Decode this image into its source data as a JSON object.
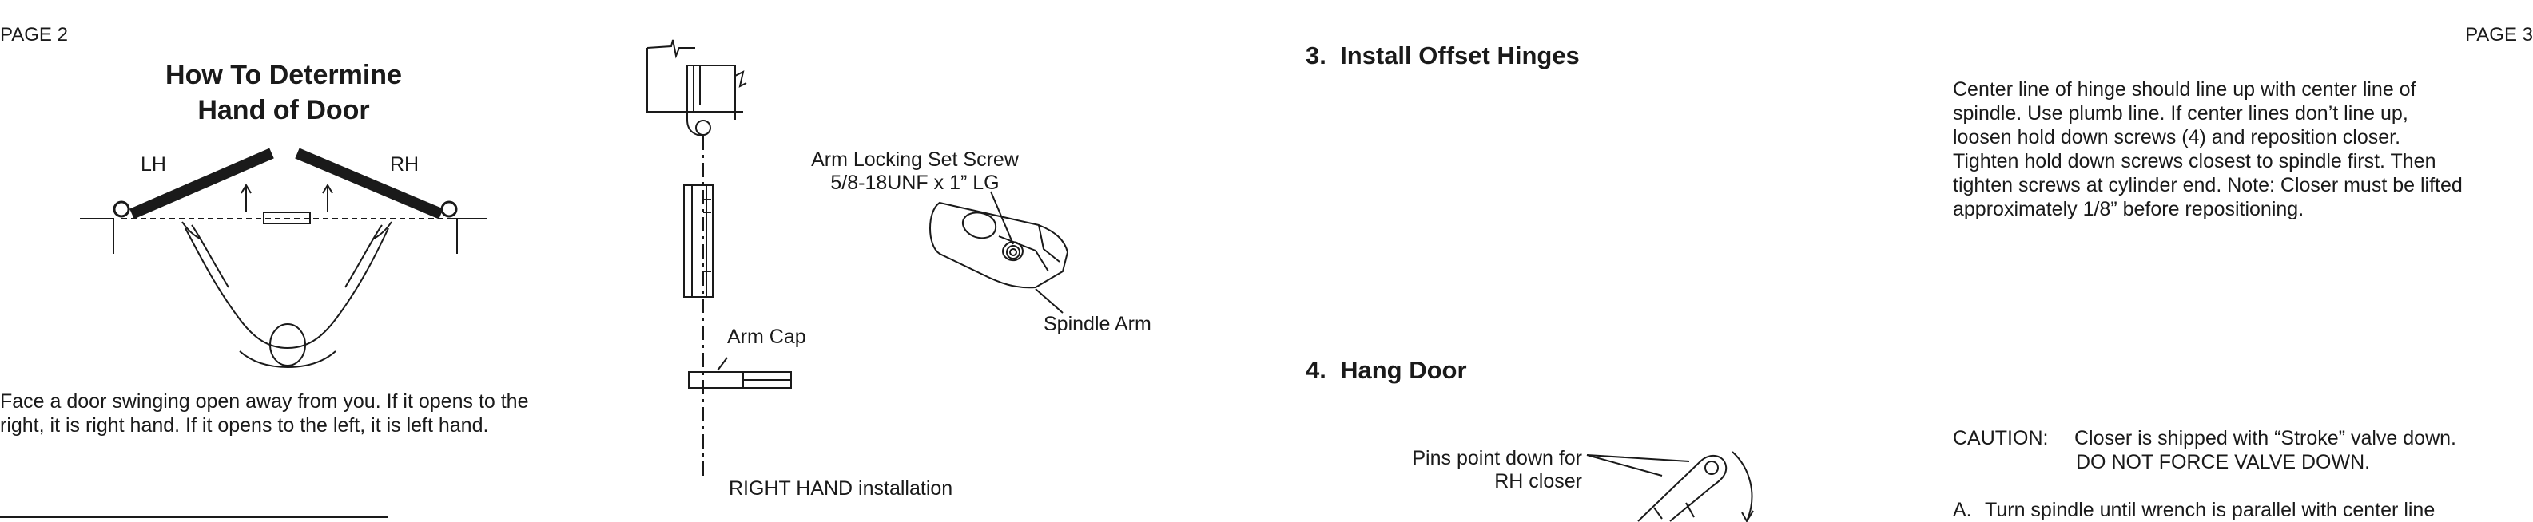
{
  "left_page": {
    "page_number": "PAGE 2",
    "title_line1": "How To Determine",
    "title_line2": "Hand of Door",
    "lh_label": "LH",
    "rh_label": "RH",
    "description_line1": "Face a door swinging open away from you. If it opens to the",
    "description_line2": "right, it is right hand. If it opens to the left, it is left hand.",
    "arm_locking_line1": "Arm Locking Set Screw",
    "arm_locking_line2": "5/8-18UNF x 1” LG",
    "spindle_arm_label": "Spindle Arm",
    "arm_cap_label": "Arm Cap",
    "installation_caption": "RIGHT HAND installation"
  },
  "right_page": {
    "page_number": "PAGE 3",
    "step3_title": "3.  Install Offset Hinges",
    "step3_lines": [
      "Center line of hinge should line up with center line of",
      "spindle. Use plumb line. If center lines don’t line up,",
      "loosen hold down screws (4) and reposition closer.",
      "Tighten hold down screws closest to spindle first. Then",
      "tighten screws at cylinder end. Note: Closer must be lifted",
      "approximately 1/8” before repositioning."
    ],
    "step4_title": "4.  Hang Door",
    "pins_line1": "Pins point down for",
    "pins_line2": "RH closer",
    "caution_label": "CAUTION:",
    "caution_line1": "Closer is shipped with “Stroke” valve down.",
    "caution_line2": "DO NOT FORCE VALVE DOWN.",
    "step_a_marker": "A.",
    "step_a_text": "Turn spindle until wrench is parallel with center line"
  }
}
